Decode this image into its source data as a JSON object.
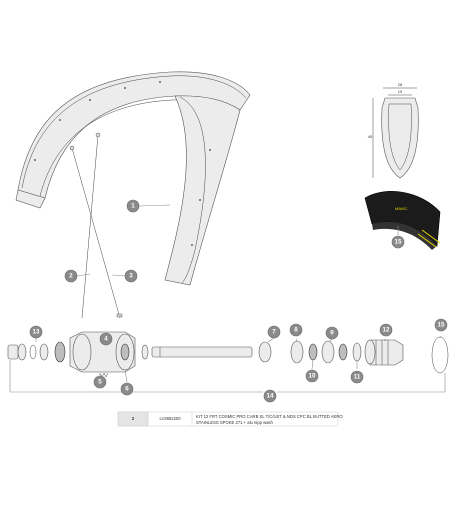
{
  "diagram": {
    "callouts": [
      {
        "n": "1"
      },
      {
        "n": "2"
      },
      {
        "n": "3"
      },
      {
        "n": "4"
      },
      {
        "n": "5"
      },
      {
        "n": "6"
      },
      {
        "n": "7"
      },
      {
        "n": "8"
      },
      {
        "n": "9"
      },
      {
        "n": "10"
      },
      {
        "n": "11"
      },
      {
        "n": "12"
      },
      {
        "n": "13"
      },
      {
        "n": "14"
      },
      {
        "n": "15"
      },
      {
        "n": "15"
      }
    ],
    "rim_profile": {
      "width_top": "28",
      "width_inner": "19",
      "depth": "45"
    },
    "tire_label": "MAVIC"
  },
  "parts_table": {
    "rows": [
      {
        "ref": "2",
        "code": "LV3682200",
        "description_line1": "KIT 12 FRT COSMIC PRO CARB SL T/C/UST & NDS CPC BL BUTTED AERO",
        "description_line2": "STAINLESS SPOKE 271 + alu nipp wash"
      }
    ]
  }
}
